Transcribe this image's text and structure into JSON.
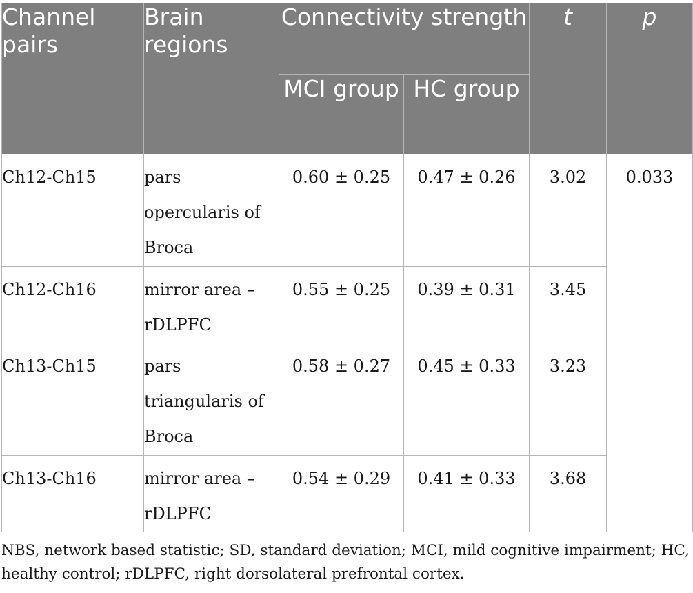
{
  "table": {
    "headers": {
      "channel_pairs": "Channel pairs",
      "brain_regions": "Brain regions",
      "connectivity_strength": "Connectivity strength",
      "t": "t",
      "p": "p",
      "mci_group": "MCI group",
      "hc_group": "HC group"
    },
    "rows": [
      {
        "channel": "Ch12-Ch15",
        "region": "pars opercularis of Broca",
        "mci": "0.60 ± 0.25",
        "hc": "0.47 ± 0.26",
        "t": "3.02"
      },
      {
        "channel": "Ch12-Ch16",
        "region": "mirror area – rDLPFC",
        "mci": "0.55 ± 0.25",
        "hc": "0.39 ± 0.31",
        "t": "3.45"
      },
      {
        "channel": "Ch13-Ch15",
        "region": "pars triangularis of Broca",
        "mci": "0.58 ± 0.27",
        "hc": "0.45 ± 0.33",
        "t": "3.23"
      },
      {
        "channel": "Ch13-Ch16",
        "region": "mirror area – rDLPFC",
        "mci": "0.54 ± 0.29",
        "hc": "0.41 ± 0.33",
        "t": "3.68"
      }
    ],
    "p_value": "0.033"
  },
  "footnote": "NBS, network based statistic; SD, standard deviation; MCI, mild cognitive impairment; HC, healthy control; rDLPFC, right dorsolateral prefrontal cortex."
}
